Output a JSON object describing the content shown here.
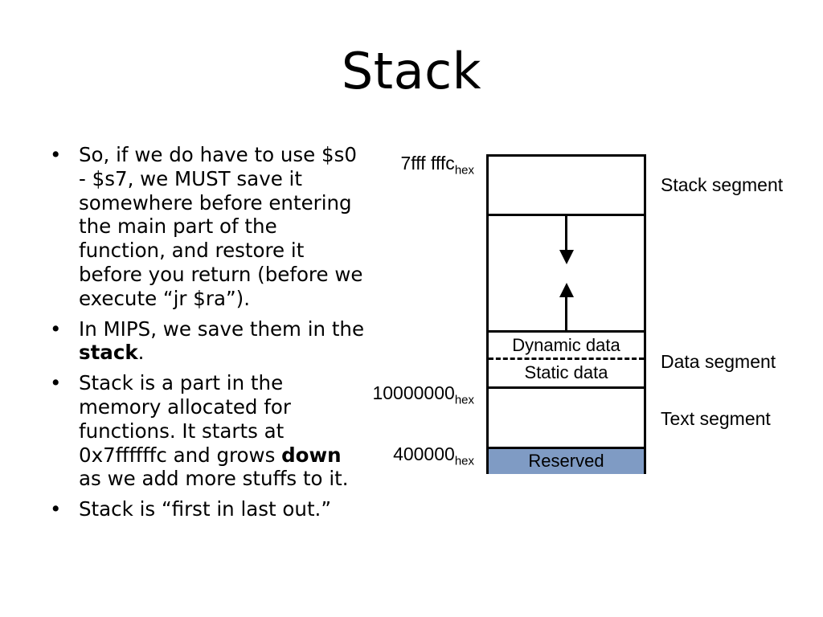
{
  "slide": {
    "title": "Stack"
  },
  "bullets": [
    {
      "id": "bullet-registers-save",
      "marker": "•",
      "parts": [
        {
          "text": "So, if we do have to use $s0 - $s7, we MUST save it somewhere before entering the main part of the function, and restore it before you return (before we execute “jr $ra”).",
          "bold": false
        }
      ]
    },
    {
      "id": "bullet-mips-stack",
      "marker": "•",
      "parts": [
        {
          "text": "In MIPS, we save them in the ",
          "bold": false
        },
        {
          "text": "stack",
          "bold": true
        },
        {
          "text": ".",
          "bold": false
        }
      ]
    },
    {
      "id": "bullet-stack-memory",
      "marker": "•",
      "parts": [
        {
          "text": "Stack is a part in the memory allocated for functions. It starts at 0x7ffffffc and grows ",
          "bold": false
        },
        {
          "text": "down",
          "bold": true
        },
        {
          "text": " as we add more stuffs to it.",
          "bold": false
        }
      ]
    },
    {
      "id": "bullet-filo",
      "marker": "•",
      "parts": [
        {
          "text": "Stack is “first in last out.”",
          "bold": false
        }
      ]
    }
  ],
  "diagram": {
    "name": "mips-memory-layout",
    "address_labels": [
      {
        "id": "addr-stack-top",
        "value": "7fff fffc",
        "subscript": "hex"
      },
      {
        "id": "addr-static-data",
        "value": "10000000",
        "subscript": "hex"
      },
      {
        "id": "addr-text-start",
        "value": "400000",
        "subscript": "hex"
      }
    ],
    "regions": [
      {
        "id": "region-stack",
        "label": ""
      },
      {
        "id": "region-free-space",
        "label": ""
      },
      {
        "id": "region-dynamic-data",
        "label": "Dynamic data"
      },
      {
        "id": "region-static-data",
        "label": "Static data"
      },
      {
        "id": "region-text",
        "label": ""
      },
      {
        "id": "region-reserved",
        "label": "Reserved",
        "fill": "#7f9bc4"
      }
    ],
    "segment_labels": [
      {
        "id": "seg-stack",
        "label": "Stack segment"
      },
      {
        "id": "seg-data",
        "label": "Data segment"
      },
      {
        "id": "seg-text",
        "label": "Text segment"
      }
    ],
    "arrows": [
      {
        "id": "arrow-stack-grows-down",
        "direction": "down"
      },
      {
        "id": "arrow-heap-grows-up",
        "direction": "up"
      }
    ],
    "colors": {
      "reserved_fill": "#7f9bc4",
      "outline": "#000000",
      "background": "#ffffff"
    }
  }
}
